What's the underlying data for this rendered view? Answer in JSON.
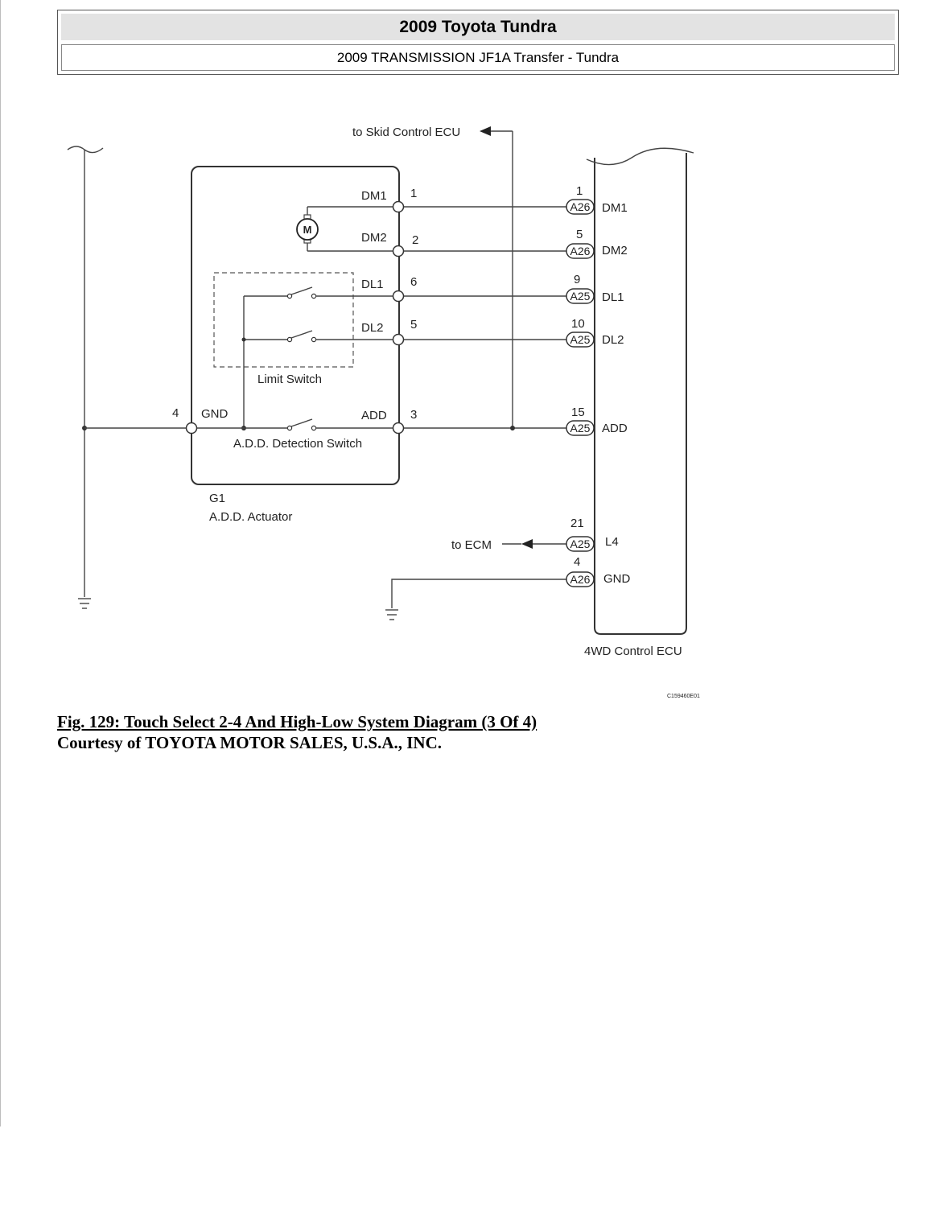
{
  "header": {
    "title": "2009 Toyota Tundra",
    "subtitle": "2009 TRANSMISSION JF1A Transfer - Tundra"
  },
  "diagram": {
    "to_skid": "to Skid Control ECU",
    "to_ecm": "to ECM",
    "motor": "M",
    "actuator": {
      "code": "G1",
      "name": "A.D.D. Actuator",
      "limit_switch": "Limit Switch",
      "detection_switch": "A.D.D. Detection Switch"
    },
    "actuator_pins": [
      {
        "label": "DM1",
        "num": "1"
      },
      {
        "label": "DM2",
        "num": "2"
      },
      {
        "label": "DL1",
        "num": "6"
      },
      {
        "label": "DL2",
        "num": "5"
      },
      {
        "label": "ADD",
        "num": "3"
      },
      {
        "label": "GND",
        "num": "4"
      }
    ],
    "ecu": {
      "name": "4WD Control ECU",
      "pins": [
        {
          "num": "1",
          "conn": "A26",
          "label": "DM1"
        },
        {
          "num": "5",
          "conn": "A26",
          "label": "DM2"
        },
        {
          "num": "9",
          "conn": "A25",
          "label": "DL1"
        },
        {
          "num": "10",
          "conn": "A25",
          "label": "DL2"
        },
        {
          "num": "15",
          "conn": "A25",
          "label": "ADD"
        },
        {
          "num": "21",
          "conn": "A25",
          "label": "L4"
        },
        {
          "num": "4",
          "conn": "A26",
          "label": "GND"
        }
      ]
    },
    "code": "C159460E01"
  },
  "caption": {
    "figure": "Fig. 129: Touch Select 2-4 And High-Low System Diagram (3 Of 4)",
    "courtesy": "Courtesy of TOYOTA MOTOR SALES, U.S.A., INC."
  }
}
